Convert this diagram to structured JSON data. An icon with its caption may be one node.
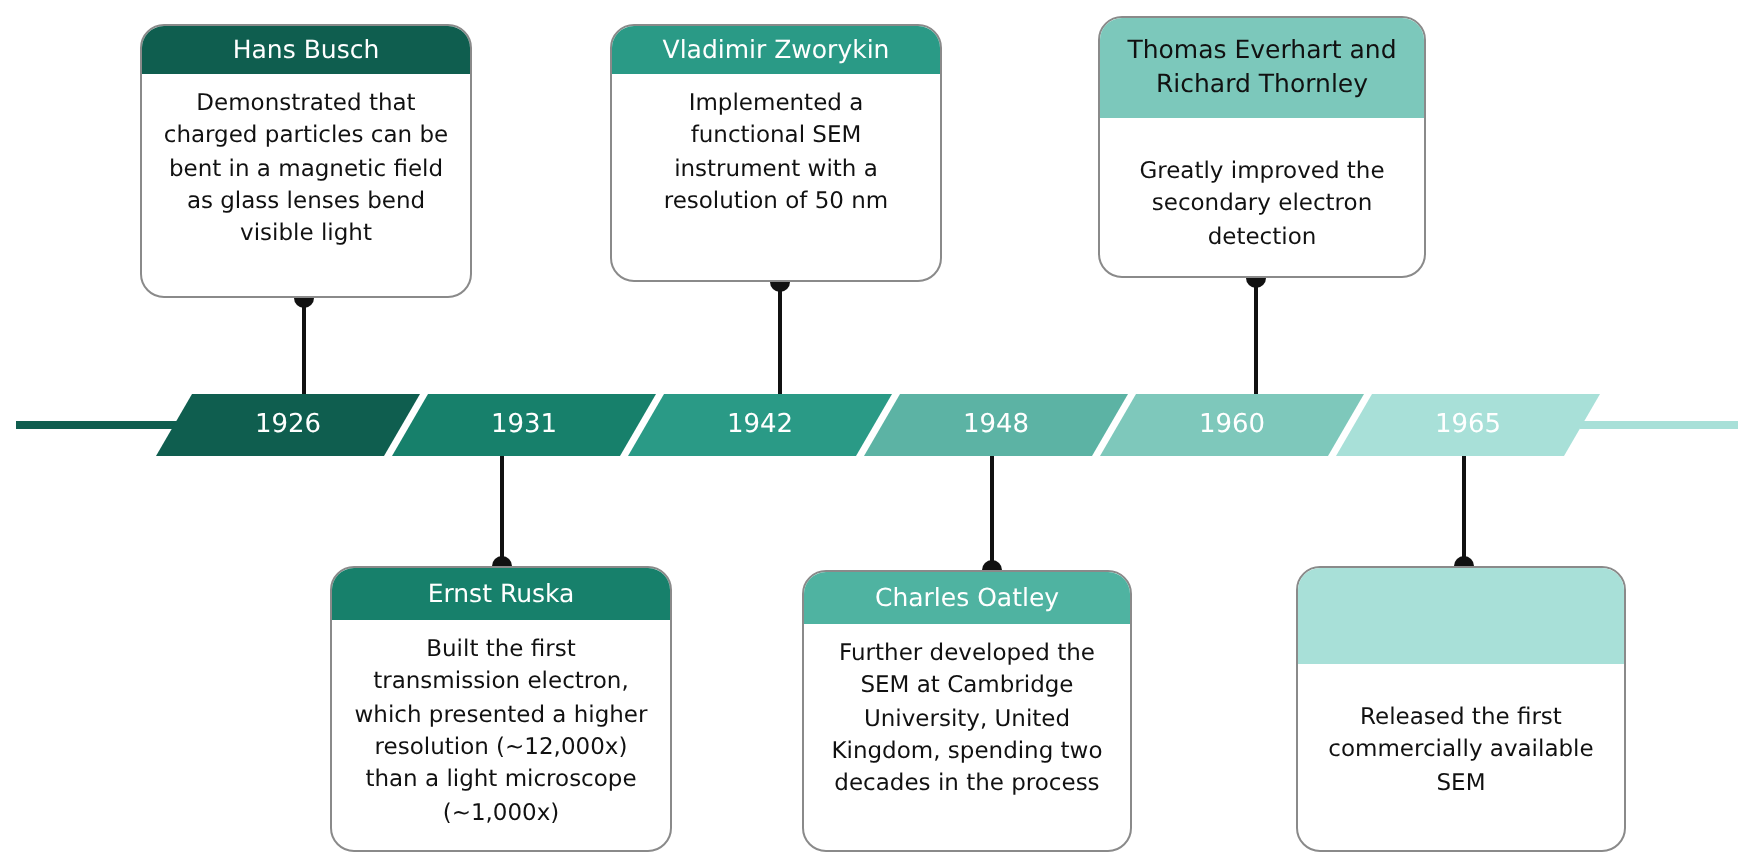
{
  "diagram": {
    "nodes": [
      {
        "text": [
          "Hans Busch",
          "Demonstrated that charged particles can be bent in a magnetic field as glass lenses bend visible light"
        ]
      },
      {
        "text": [
          "Vladimir Zworykin",
          "Implemented a functional SEM instrument with a resolution of 50 nm"
        ]
      },
      {
        "text": [
          "Thomas Everhart and Richard Thornley",
          "Greatly improved the secondary electron detection"
        ]
      },
      {
        "text": [
          "1926"
        ]
      },
      {
        "text": [
          "1931"
        ]
      },
      {
        "text": [
          "1942"
        ]
      },
      {
        "text": [
          "1948"
        ]
      },
      {
        "text": [
          "1960"
        ]
      },
      {
        "text": [
          "1965"
        ]
      },
      {
        "text": [
          "Ernst Ruska",
          "Built the first transmission electron, which presented a higher resolution (~12,000x) than a light microscope (~1,000x)"
        ]
      },
      {
        "text": [
          "Charles Oatley",
          "Further developed the SEM at Cambridge University, United Kingdom, spending two decades in the process"
        ]
      },
      {
        "text": [
          "Released the first commercially available SEM"
        ]
      }
    ],
    "edges": [
      {
        "from": 0,
        "to": 3,
        "arrow": "other"
      },
      {
        "from": 1,
        "to": 5,
        "arrow": "other"
      },
      {
        "from": 2,
        "to": 7,
        "arrow": "other"
      },
      {
        "from": 9,
        "to": 4,
        "arrow": "other"
      },
      {
        "from": 10,
        "to": 6,
        "arrow": "other"
      },
      {
        "from": 11,
        "to": 8,
        "arrow": "other"
      }
    ]
  }
}
